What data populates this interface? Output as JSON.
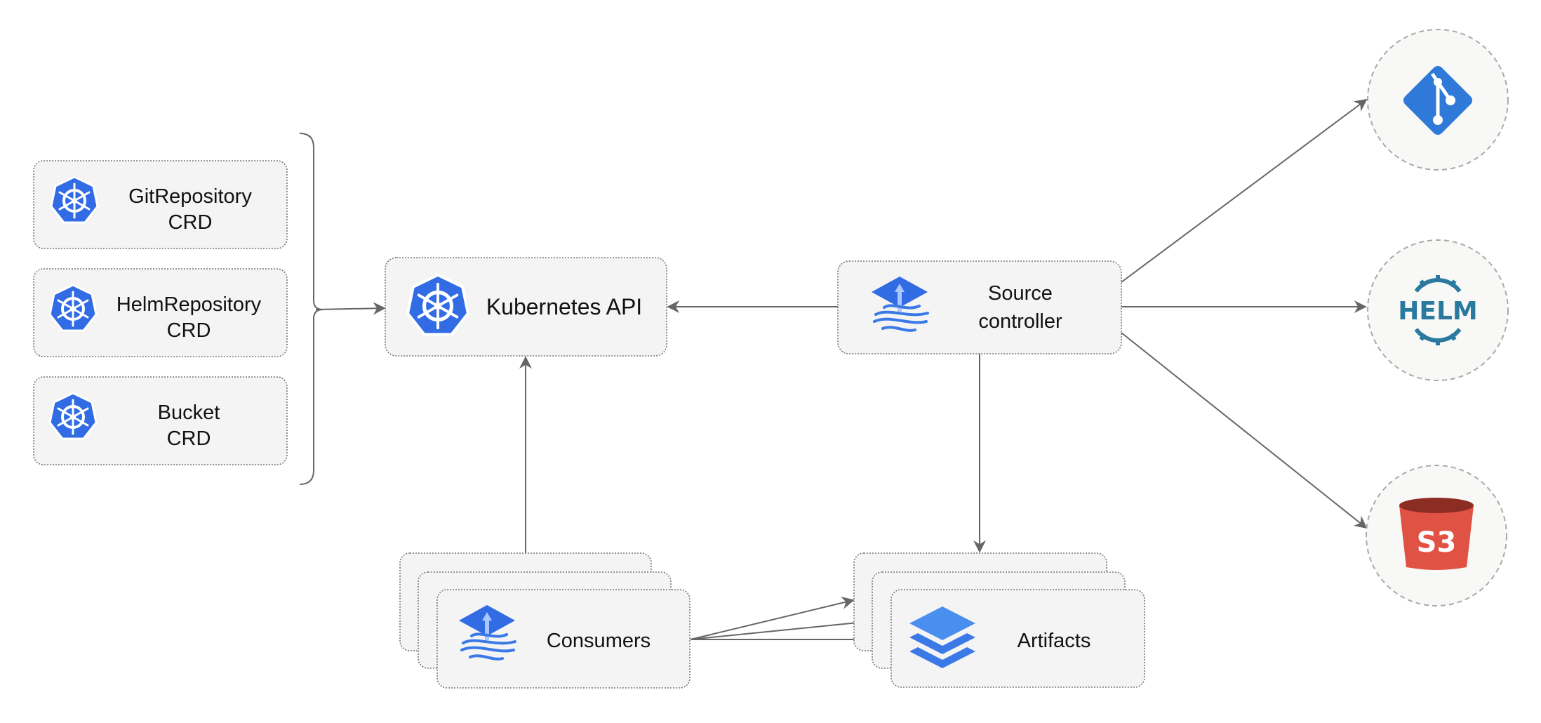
{
  "crds": [
    {
      "line1": "GitRepository",
      "line2": "CRD"
    },
    {
      "line1": "HelmRepository",
      "line2": "CRD"
    },
    {
      "line1": "Bucket",
      "line2": "CRD"
    }
  ],
  "kubernetes_api": {
    "label": "Kubernetes API"
  },
  "source_controller": {
    "line1": "Source",
    "line2": "controller"
  },
  "consumers": {
    "label": "Consumers"
  },
  "artifacts": {
    "label": "Artifacts"
  },
  "sources": {
    "git": {
      "icon": "git-icon",
      "color": "#2f7ad8"
    },
    "helm": {
      "icon": "helm-icon",
      "text": "HELM",
      "color": "#2a7aa0"
    },
    "s3": {
      "icon": "s3-bucket-icon",
      "text": "S3",
      "color": "#e05243"
    }
  },
  "colors": {
    "kubernetes": "#326ce5",
    "flux": "#3b7ae6"
  }
}
